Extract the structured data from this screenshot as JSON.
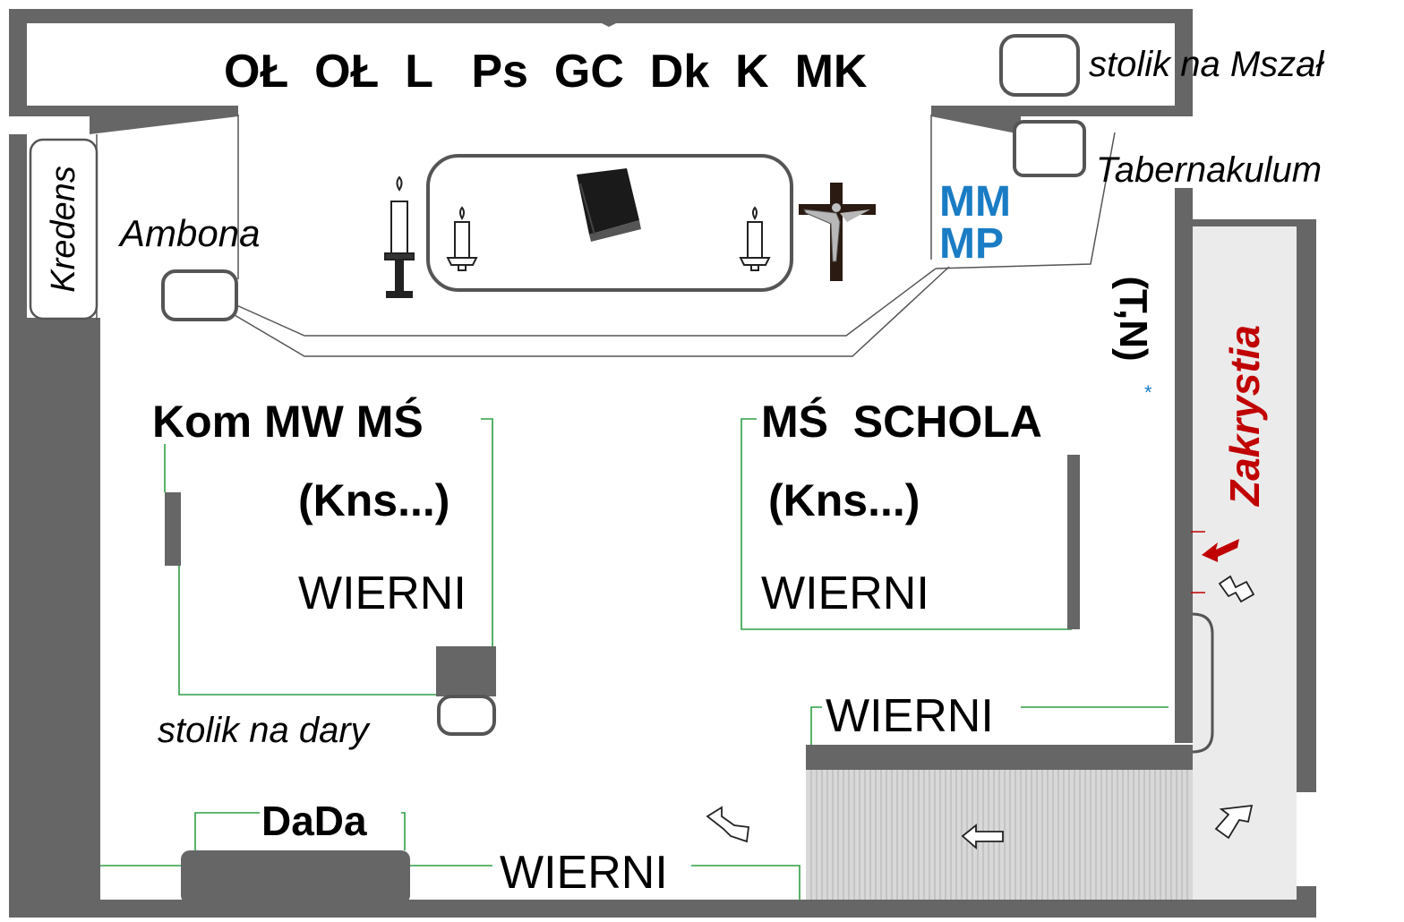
{
  "labels": {
    "sanctuary_row": "OŁ  OŁ  L   Ps  GC  Dk  K  MK",
    "missal_table": "stolik na Mszał",
    "tabernacle": "Tabernakulum",
    "credence": "Kredens",
    "ambo": "Ambona",
    "mm": "MM",
    "mp": "MP",
    "tn": "(T,N)",
    "asterisk": "*",
    "sacristy": "Zakrystia",
    "left_group_title": "Kom MW MŚ",
    "left_group_kns": "(Kns...)",
    "left_group_faithful": "WIERNI",
    "right_group_title": "MŚ  SCHOLA",
    "right_group_kns": "(Kns...)",
    "right_group_faithful": "WIERNI",
    "gifts_table": "stolik na dary",
    "bottom_right_faithful": "WIERNI",
    "dada": "DaDa",
    "bottom_faithful": "WIERNI"
  },
  "colors": {
    "wall": "#666666",
    "guide_line": "#2e9e45",
    "sacristy_floor": "#ebebeb",
    "accent_blue": "#1a7cc4",
    "accent_red": "#c00000"
  },
  "icons": [
    "candle-icon",
    "book-icon",
    "crucifix-icon",
    "door-arrow-icon",
    "red-arrow-icon"
  ]
}
